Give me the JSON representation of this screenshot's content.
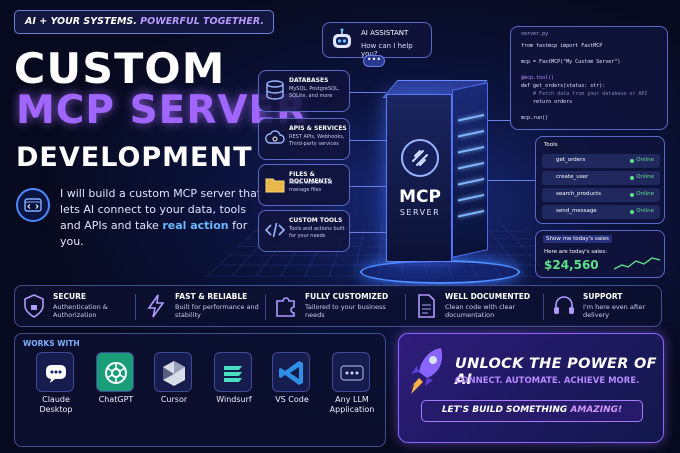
{
  "tagline": {
    "part1": "AI + YOUR SYSTEMS.",
    "part2": "POWERFUL TOGETHER."
  },
  "hero": {
    "line1": "CUSTOM",
    "line2": "MCP SERVER",
    "line3": "DEVELOPMENT"
  },
  "description": {
    "before": "I will build a custom MCP server that lets AI connect to your data, tools and APIs and take ",
    "highlight": "real action",
    "after": " for you."
  },
  "assistant": {
    "title": "AI ASSISTANT",
    "message": "How can I help you?",
    "typing": "•••"
  },
  "categories": [
    {
      "title": "DATABASES",
      "sub": "MySQL, PostgreSQL, SQLite, and more",
      "icon": "database-icon"
    },
    {
      "title": "APIS & SERVICES",
      "sub": "REST APIs, Webhooks, Third-party services",
      "icon": "cloud-icon"
    },
    {
      "title": "FILES & DOCUMENTS",
      "sub": "Read, search and manage files",
      "icon": "folder-icon"
    },
    {
      "title": "CUSTOM TOOLS",
      "sub": "Tools and actions built for your needs",
      "icon": "code-icon"
    }
  ],
  "server": {
    "label": "MCP",
    "sub": "SERVER"
  },
  "code": {
    "filename": "server.py",
    "lines": [
      "from fastmcp import FastMCP",
      "",
      "mcp = FastMCP(\"My Custom Server\")",
      "",
      "@mcp.tool()",
      "def get_orders(status: str):",
      "    # Fetch data from your database or API",
      "    return orders",
      "",
      "mcp.run()"
    ]
  },
  "tools": {
    "heading": "Tools",
    "items": [
      {
        "name": "get_orders",
        "status": "Online"
      },
      {
        "name": "create_user",
        "status": "Online"
      },
      {
        "name": "search_products",
        "status": "Online"
      },
      {
        "name": "send_message",
        "status": "Online"
      }
    ]
  },
  "sales": {
    "question": "Show me today's sales",
    "answer": "Here are today's sales:",
    "value": "$24,560"
  },
  "features": [
    {
      "title": "SECURE",
      "sub": "Authentication & Authorization",
      "icon": "shield-icon"
    },
    {
      "title": "FAST & RELIABLE",
      "sub": "Built for performance and stability",
      "icon": "lightning-icon"
    },
    {
      "title": "FULLY CUSTOMIZED",
      "sub": "Tailored to your business needs",
      "icon": "puzzle-icon"
    },
    {
      "title": "WELL DOCUMENTED",
      "sub": "Clean code with clear documentation",
      "icon": "document-icon"
    },
    {
      "title": "SUPPORT",
      "sub": "I'm here even after delivery",
      "icon": "headset-icon"
    }
  ],
  "works_with": {
    "heading": "WORKS WITH",
    "apps": [
      {
        "name": "Claude Desktop",
        "icon": "claude-icon"
      },
      {
        "name": "ChatGPT",
        "icon": "chatgpt-icon"
      },
      {
        "name": "Cursor",
        "icon": "cursor-icon"
      },
      {
        "name": "Windsurf",
        "icon": "windsurf-icon"
      },
      {
        "name": "VS Code",
        "icon": "vscode-icon"
      },
      {
        "name": "Any LLM Application",
        "icon": "ellipsis-icon"
      }
    ]
  },
  "cta": {
    "headline": "UNLOCK THE POWER OF AI",
    "subline": "CONNECT. AUTOMATE. ACHIEVE MORE.",
    "button_before": "LET'S BUILD SOMETHING ",
    "button_highlight": "AMAZING!"
  },
  "colors": {
    "accent_purple": "#a066ff",
    "accent_blue": "#4c88ff",
    "online_green": "#5fe08a"
  }
}
